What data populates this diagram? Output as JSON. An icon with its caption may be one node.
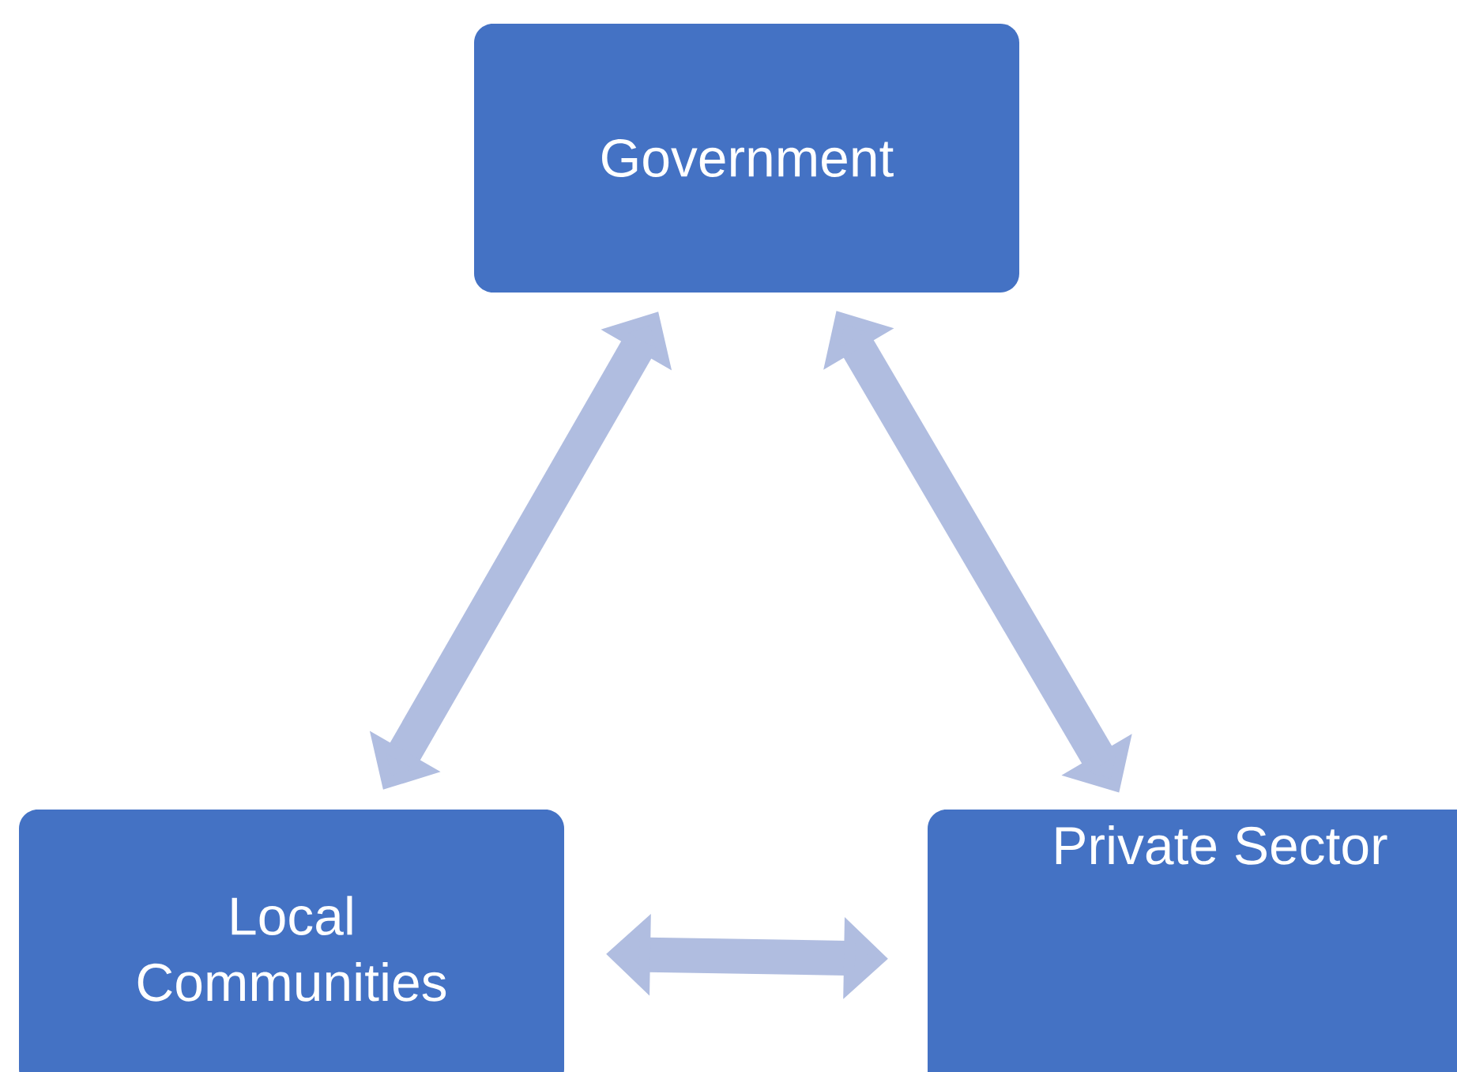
{
  "diagram": {
    "nodes": [
      {
        "text": [
          "Government"
        ]
      },
      {
        "text": [
          "Local Communities"
        ]
      },
      {
        "text": [
          "Private Sector"
        ]
      }
    ],
    "edges": [
      {
        "from": 0,
        "to": 1,
        "arrow": "both"
      },
      {
        "from": 0,
        "to": 2,
        "arrow": "both"
      },
      {
        "from": 1,
        "to": 2,
        "arrow": "both"
      }
    ]
  }
}
